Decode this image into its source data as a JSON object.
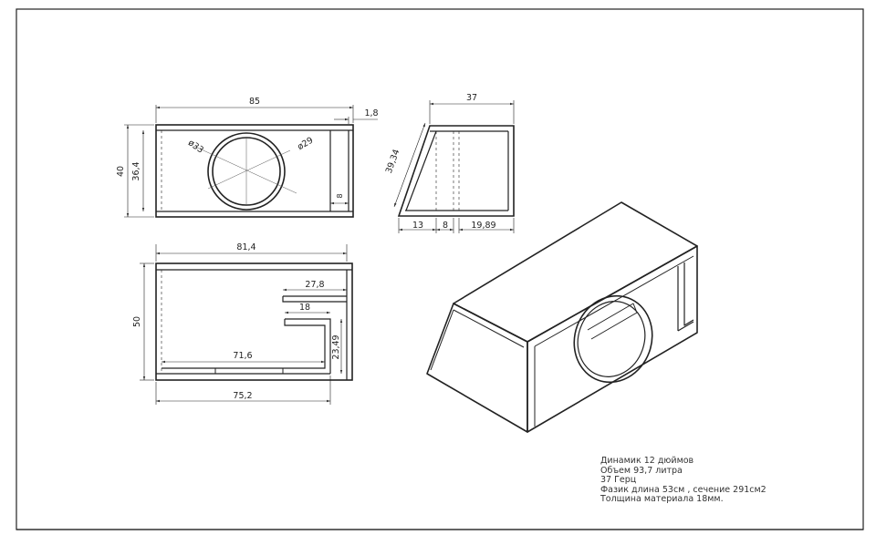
{
  "front_view": {
    "width": "85",
    "height_outer": "40",
    "height_inner": "36,4",
    "wall": "1,8",
    "speaker_outer_dia": "ø33",
    "speaker_inner_dia": "ø29",
    "port_gap": "8"
  },
  "side_view": {
    "depth": "37",
    "slant_length": "39,34",
    "bottom_segments": [
      "13",
      "8",
      "19,89"
    ]
  },
  "top_view": {
    "width": "81,4",
    "depth": "50",
    "port_wall_1": "27,8",
    "port_wall_2": "18",
    "inner_length": "71,6",
    "port_depth": "23,49",
    "bottom_length": "75,2"
  },
  "notes": [
    "Динамик 12 дюймов",
    "Объем 93,7 литра",
    "37 Герц",
    "Фазик длина 53см , сечение 291см2",
    "Толщина материала 18мм."
  ]
}
